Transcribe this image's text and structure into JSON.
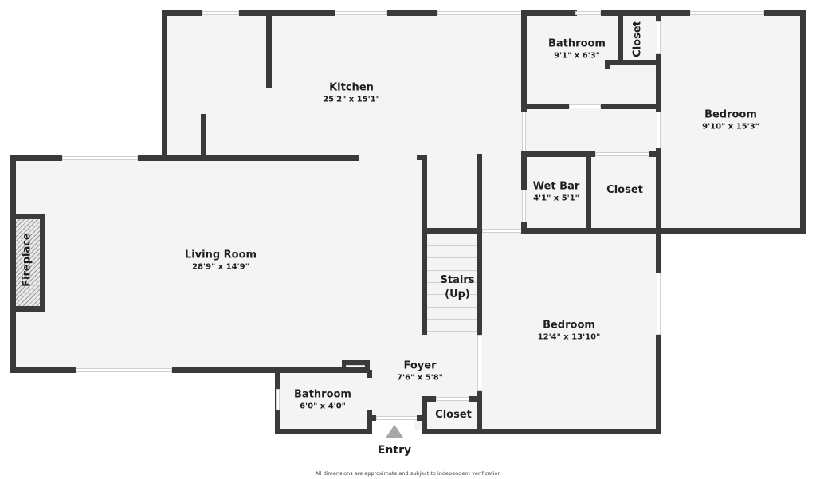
{
  "floorplan": {
    "rooms": [
      {
        "id": "kitchen",
        "name": "Kitchen",
        "dims": "25'2\" x 15'1\""
      },
      {
        "id": "living-room",
        "name": "Living Room",
        "dims": "28'9\" x 14'9\""
      },
      {
        "id": "bathroom-upper",
        "name": "Bathroom",
        "dims": "9'1\" x 6'3\""
      },
      {
        "id": "closet-upper",
        "name": "Closet",
        "dims": ""
      },
      {
        "id": "bedroom-right",
        "name": "Bedroom",
        "dims": "9'10\" x 15'3\""
      },
      {
        "id": "wet-bar",
        "name": "Wet Bar",
        "dims": "4'1\" x 5'1\""
      },
      {
        "id": "closet-mid",
        "name": "Closet",
        "dims": ""
      },
      {
        "id": "stairs",
        "name": "Stairs",
        "dims": "(Up)"
      },
      {
        "id": "bedroom-lower",
        "name": "Bedroom",
        "dims": "12'4\" x 13'10\""
      },
      {
        "id": "foyer",
        "name": "Foyer",
        "dims": "7'6\" x 5'8\""
      },
      {
        "id": "bathroom-lower",
        "name": "Bathroom",
        "dims": "6'0\" x 4'0\""
      },
      {
        "id": "closet-lower",
        "name": "Closet",
        "dims": ""
      }
    ],
    "fixtures": {
      "fireplace": "Fireplace"
    },
    "entry": {
      "label": "Entry",
      "icon": "entry-arrow-icon"
    },
    "disclaimer": "All dimensions are approximate and subject to independent verification",
    "colors": {
      "wall": "#3a3a3a",
      "floor": "#f4f4f4",
      "window": "#ffffff",
      "entry_arrow": "#a7a7a7"
    }
  }
}
